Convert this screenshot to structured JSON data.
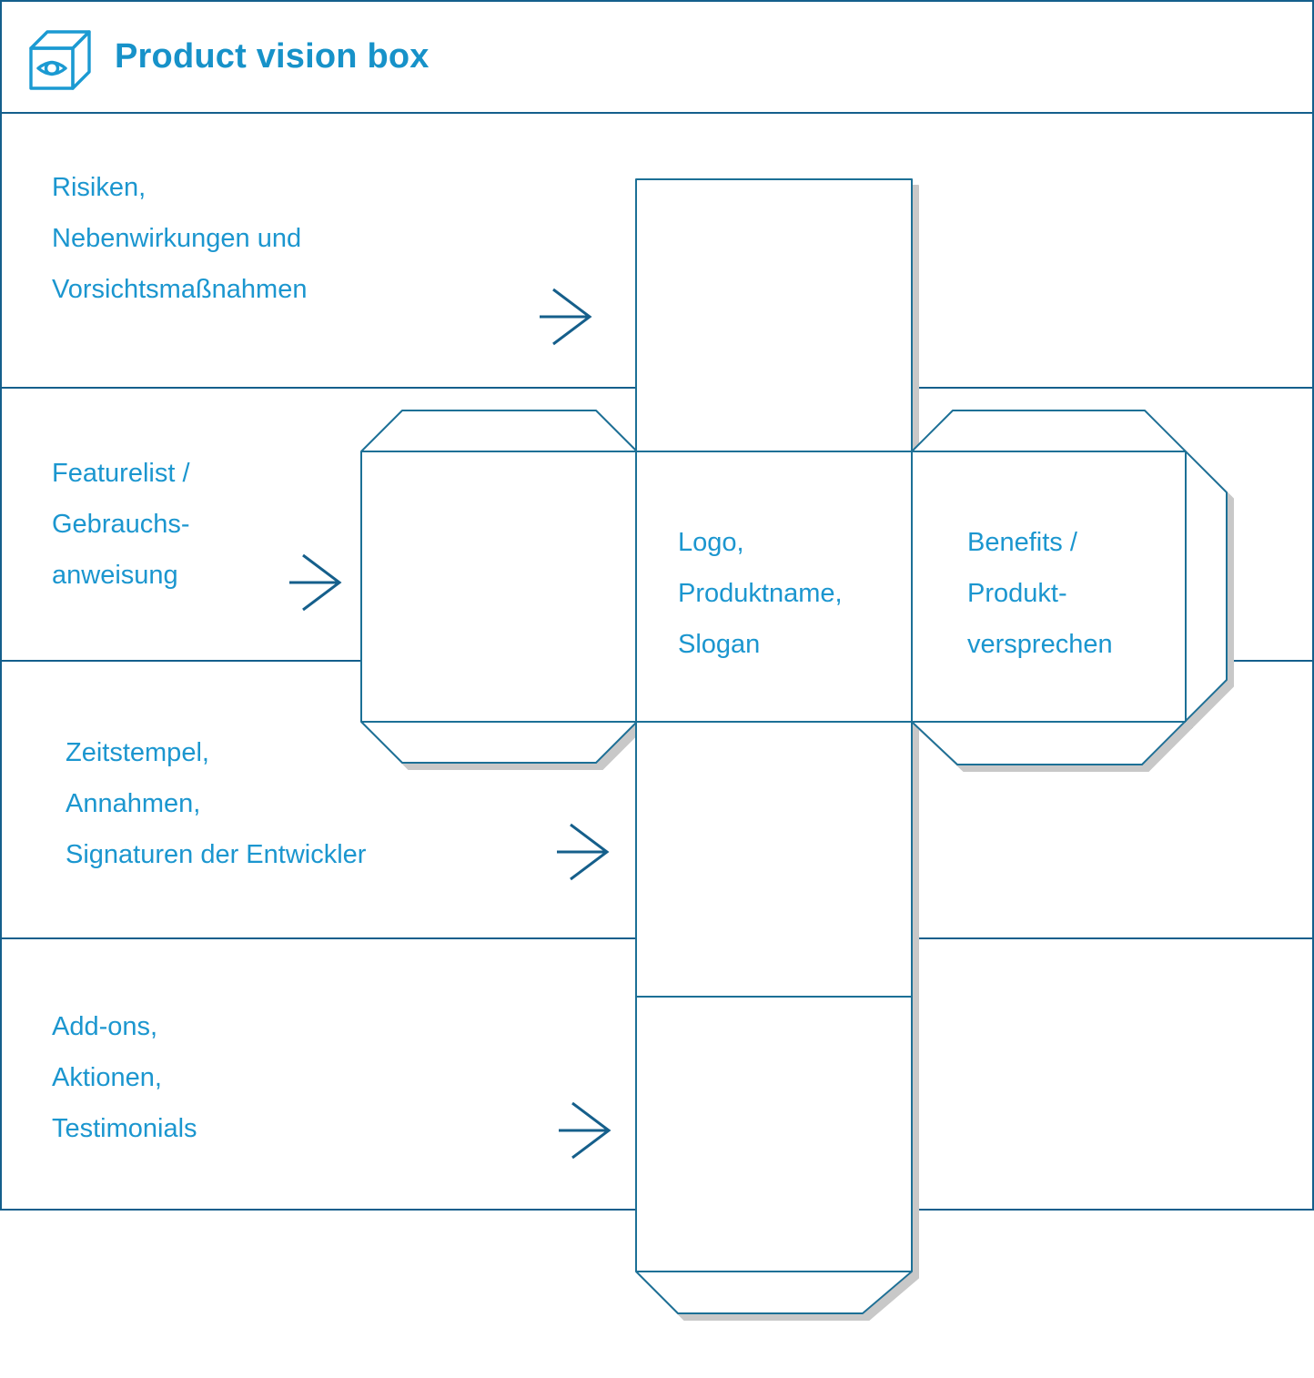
{
  "header": {
    "title": "Product vision box",
    "icon": "vision-box-icon"
  },
  "rows": [
    {
      "id": "risks",
      "arrow_icon": "arrow-right-icon",
      "lines": [
        "Risiken,",
        "Nebenwirkungen und",
        "Vorsichtsmaßnahmen"
      ]
    },
    {
      "id": "features",
      "arrow_icon": "arrow-right-icon",
      "lines": [
        "Featurelist /",
        "Gebrauchs-",
        "anweisung"
      ]
    },
    {
      "id": "timestamps",
      "arrow_icon": "arrow-right-icon",
      "lines": [
        "Zeitstempel,",
        "Annahmen,",
        "Signaturen der Entwickler"
      ]
    },
    {
      "id": "addons",
      "arrow_icon": "arrow-right-icon",
      "lines": [
        "Add-ons,",
        "Aktionen,",
        "Testimonials"
      ]
    }
  ],
  "net_panels": {
    "front": {
      "lines": [
        "Logo,",
        "Produktname,",
        "Slogan"
      ]
    },
    "right": {
      "lines": [
        "Benefits /",
        "Produkt-",
        "versprechen"
      ]
    }
  },
  "colors": {
    "accent_text": "#1b96cf",
    "title": "#1792c9",
    "row_border": "#145f8c",
    "net_line": "#1f7096",
    "arrow": "#155f8b",
    "shadow": "#c8c8c8",
    "icon": "#1b9ad2",
    "background": "#ffffff"
  }
}
